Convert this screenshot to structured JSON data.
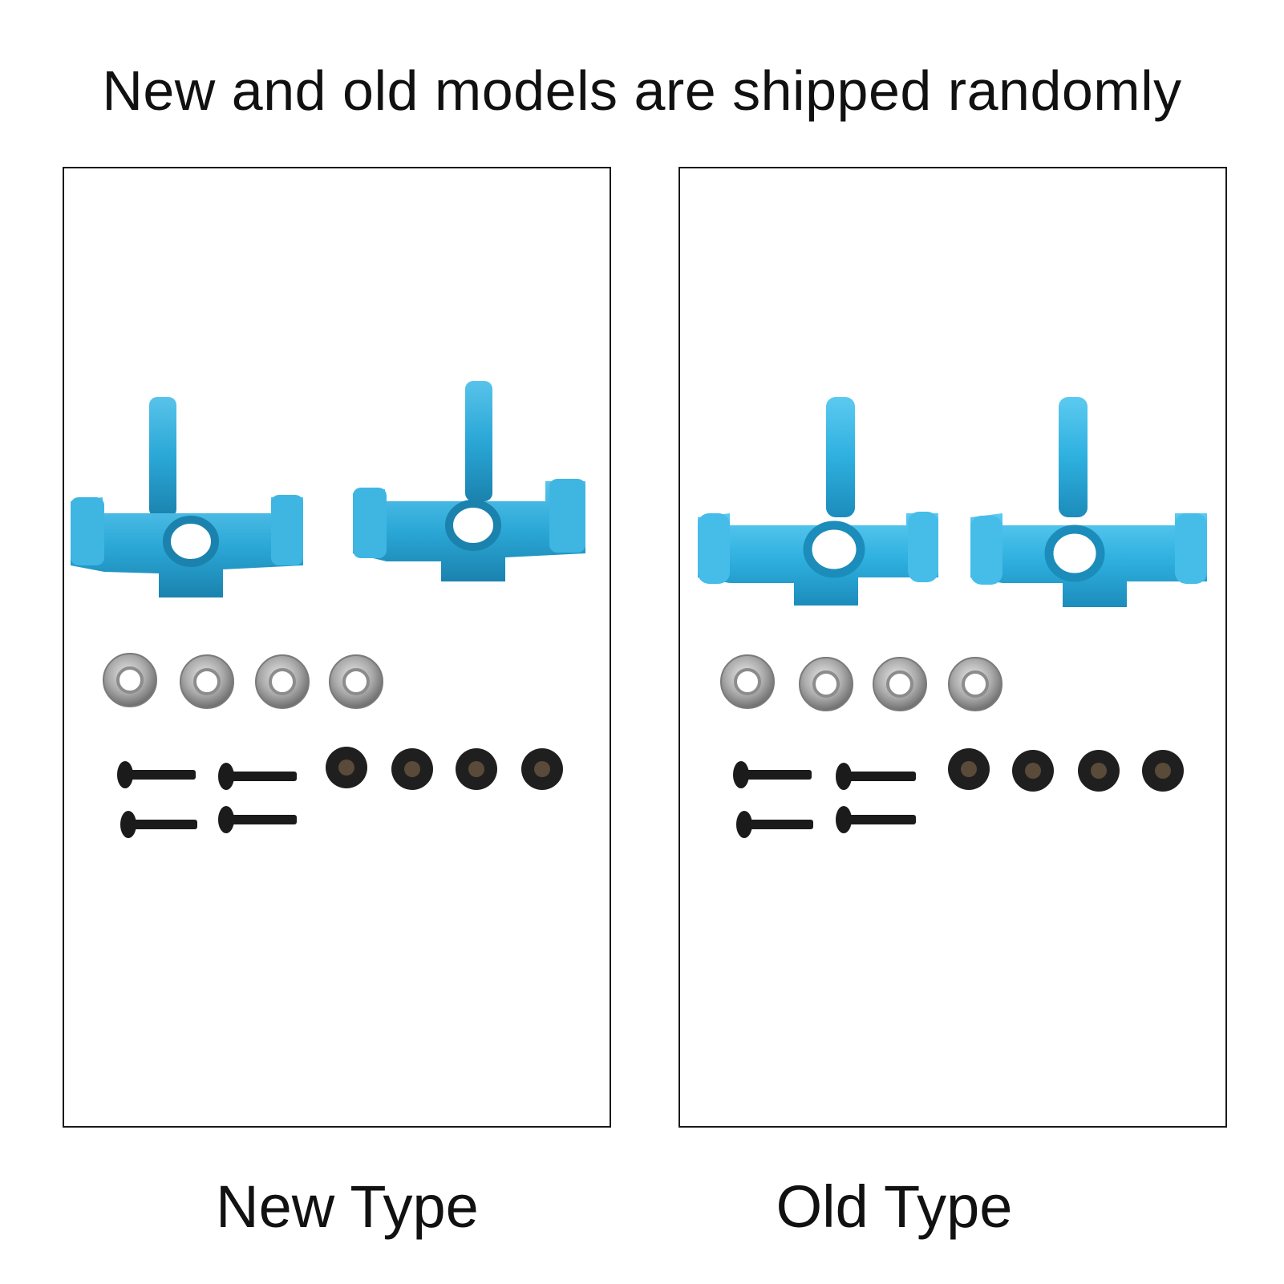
{
  "headline": "New and old models are shipped randomly",
  "panels": [
    {
      "caption": "New Type",
      "parts": "blue-steering-knuckle-pair",
      "bearings": 4,
      "screws": 4,
      "nuts": 4
    },
    {
      "caption": "Old Type",
      "parts": "blue-steering-knuckle-pair",
      "bearings": 4,
      "screws": 4,
      "nuts": 4
    }
  ],
  "colors": {
    "anodized_blue": "#2aa7d6",
    "anodized_blue_dark": "#1d87b3",
    "bearing_silver": "#a7a7a7",
    "fastener_black": "#1b1b1b"
  }
}
